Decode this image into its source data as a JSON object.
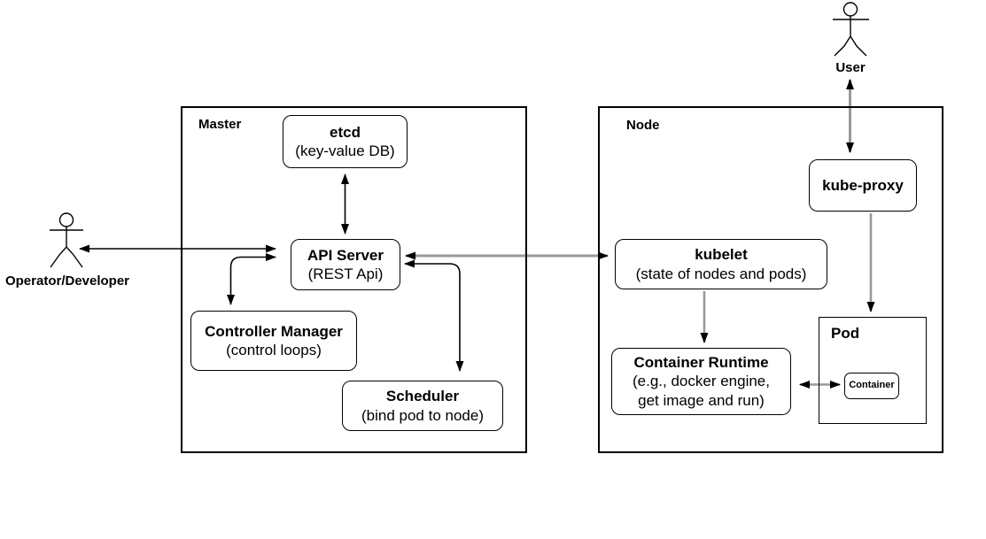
{
  "colors": {
    "background": "#ffffff",
    "shape_border": "#000000",
    "arrow_black": "#000000",
    "arrow_gray": "#999999",
    "text": "#000000"
  },
  "actors": {
    "user": {
      "label": "User"
    },
    "operator": {
      "label": "Operator/Developer"
    }
  },
  "groups": {
    "master": {
      "label": "Master"
    },
    "node": {
      "label": "Node"
    },
    "pod": {
      "label": "Pod"
    }
  },
  "nodes": {
    "etcd": {
      "title": "etcd",
      "subtitle": "(key-value DB)"
    },
    "api_server": {
      "title": "API Server",
      "subtitle": "(REST Api)"
    },
    "controller_manager": {
      "title": "Controller Manager",
      "subtitle": "(control loops)"
    },
    "scheduler": {
      "title": "Scheduler",
      "subtitle": "(bind pod to node)"
    },
    "kube_proxy": {
      "title": "kube-proxy"
    },
    "kubelet": {
      "title": "kubelet",
      "subtitle": "(state of nodes and pods)"
    },
    "container_runtime": {
      "title": "Container Runtime",
      "subtitle_line1": "(e.g., docker engine,",
      "subtitle_line2": "get image and run)"
    },
    "container": {
      "title": "Container"
    }
  },
  "edges": [
    {
      "from": "etcd",
      "to": "api_server",
      "bidirectional": true,
      "color": "black"
    },
    {
      "from": "operator",
      "to": "api_server",
      "bidirectional": true,
      "color": "black"
    },
    {
      "from": "api_server",
      "to": "controller_manager",
      "bidirectional": true,
      "color": "black"
    },
    {
      "from": "api_server",
      "to": "scheduler",
      "bidirectional": true,
      "color": "black"
    },
    {
      "from": "api_server",
      "to": "kubelet",
      "bidirectional": true,
      "color": "gray"
    },
    {
      "from": "user",
      "to": "kube_proxy",
      "bidirectional": true,
      "color": "gray"
    },
    {
      "from": "kube_proxy",
      "to": "pod",
      "bidirectional": false,
      "color": "gray"
    },
    {
      "from": "kubelet",
      "to": "container_runtime",
      "bidirectional": false,
      "color": "gray"
    },
    {
      "from": "container_runtime",
      "to": "container",
      "bidirectional": true,
      "color": "gray"
    }
  ]
}
